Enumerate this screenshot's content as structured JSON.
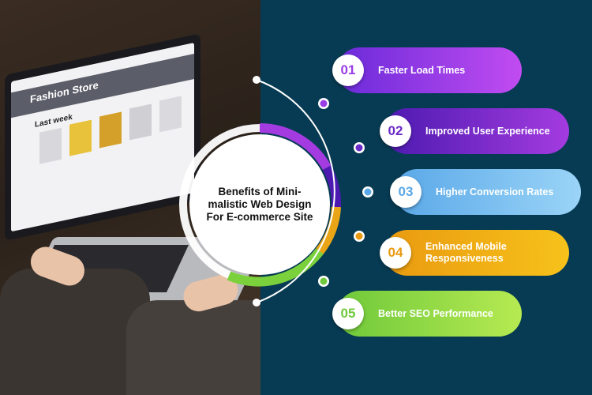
{
  "center": {
    "title": "Benefits of Mini-malistic Web Design For E-commerce Site"
  },
  "laptop": {
    "store_title": "Fashion Store",
    "section": "Last week"
  },
  "items": [
    {
      "number": "01",
      "label": "Faster Load Times",
      "color_from": "#6a2bd9",
      "color_to": "#c14cf1",
      "number_color": "#9b3de6"
    },
    {
      "number": "02",
      "label": "Improved User Experience",
      "color_from": "#4c1ab0",
      "color_to": "#a43be0",
      "number_color": "#6b2bc6"
    },
    {
      "number": "03",
      "label": "Higher Conversion Rates",
      "color_from": "#5aa8e8",
      "color_to": "#9ad4f7",
      "number_color": "#5aa8e8"
    },
    {
      "number": "04",
      "label": "Enhanced Mobile Responsiveness",
      "color_from": "#e99a10",
      "color_to": "#f7c21a",
      "number_color": "#e99a10"
    },
    {
      "number": "05",
      "label": "Better SEO Performance",
      "color_from": "#6fc93a",
      "color_to": "#b6ea52",
      "number_color": "#6fc93a"
    }
  ]
}
